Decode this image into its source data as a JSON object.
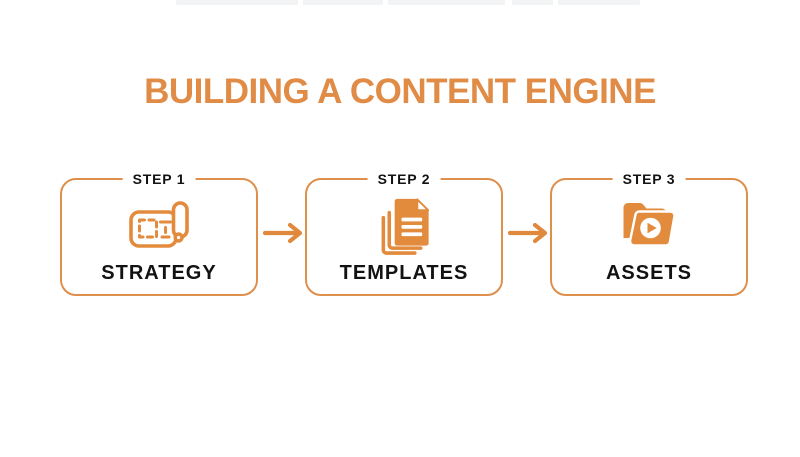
{
  "title": {
    "text": "BUILDING A CONTENT ENGINE"
  },
  "steps": [
    {
      "step_label": "STEP 1",
      "name": "STRATEGY",
      "icon": "blueprint-scroll-icon"
    },
    {
      "step_label": "STEP 2",
      "name": "TEMPLATES",
      "icon": "stacked-documents-icon"
    },
    {
      "step_label": "STEP 3",
      "name": "ASSETS",
      "icon": "play-folder-icon"
    }
  ],
  "arrows": [
    {
      "direction": "right"
    },
    {
      "direction": "right"
    }
  ],
  "colors": {
    "accent_orange": "#E08C47",
    "box_border_orange": "#DE8F4B",
    "icon_orange": "#E28B3D",
    "heading_text": "#121212",
    "background": "#FFFFFF"
  }
}
